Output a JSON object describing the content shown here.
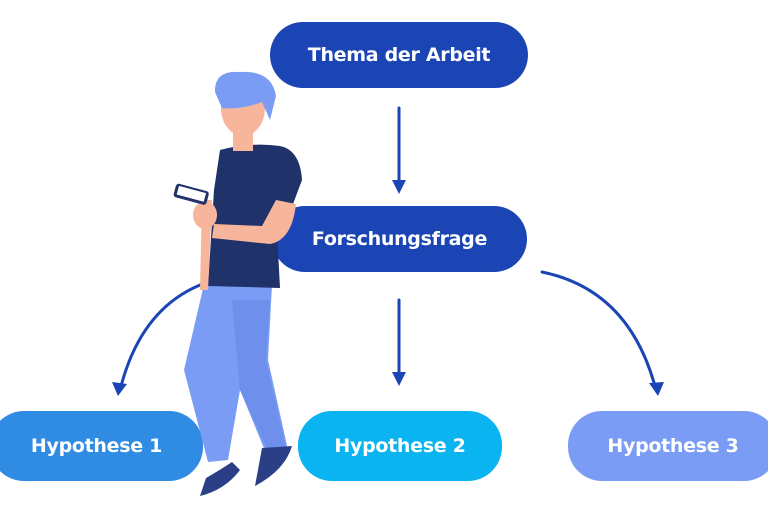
{
  "nodes": {
    "topic": {
      "label": "Thema der Arbeit",
      "color": "#1b45b5"
    },
    "question": {
      "label": "Forschungsfrage",
      "color": "#1b45b5"
    },
    "hypotheses": [
      {
        "label": "Hypothese 1",
        "color": "#2f8ce2"
      },
      {
        "label": "Hypothese 2",
        "color": "#09b4f0"
      },
      {
        "label": "Hypothese 3",
        "color": "#7b9cf4"
      }
    ]
  },
  "arrow_color": "#1b45b5",
  "illustration": "person-with-phone"
}
